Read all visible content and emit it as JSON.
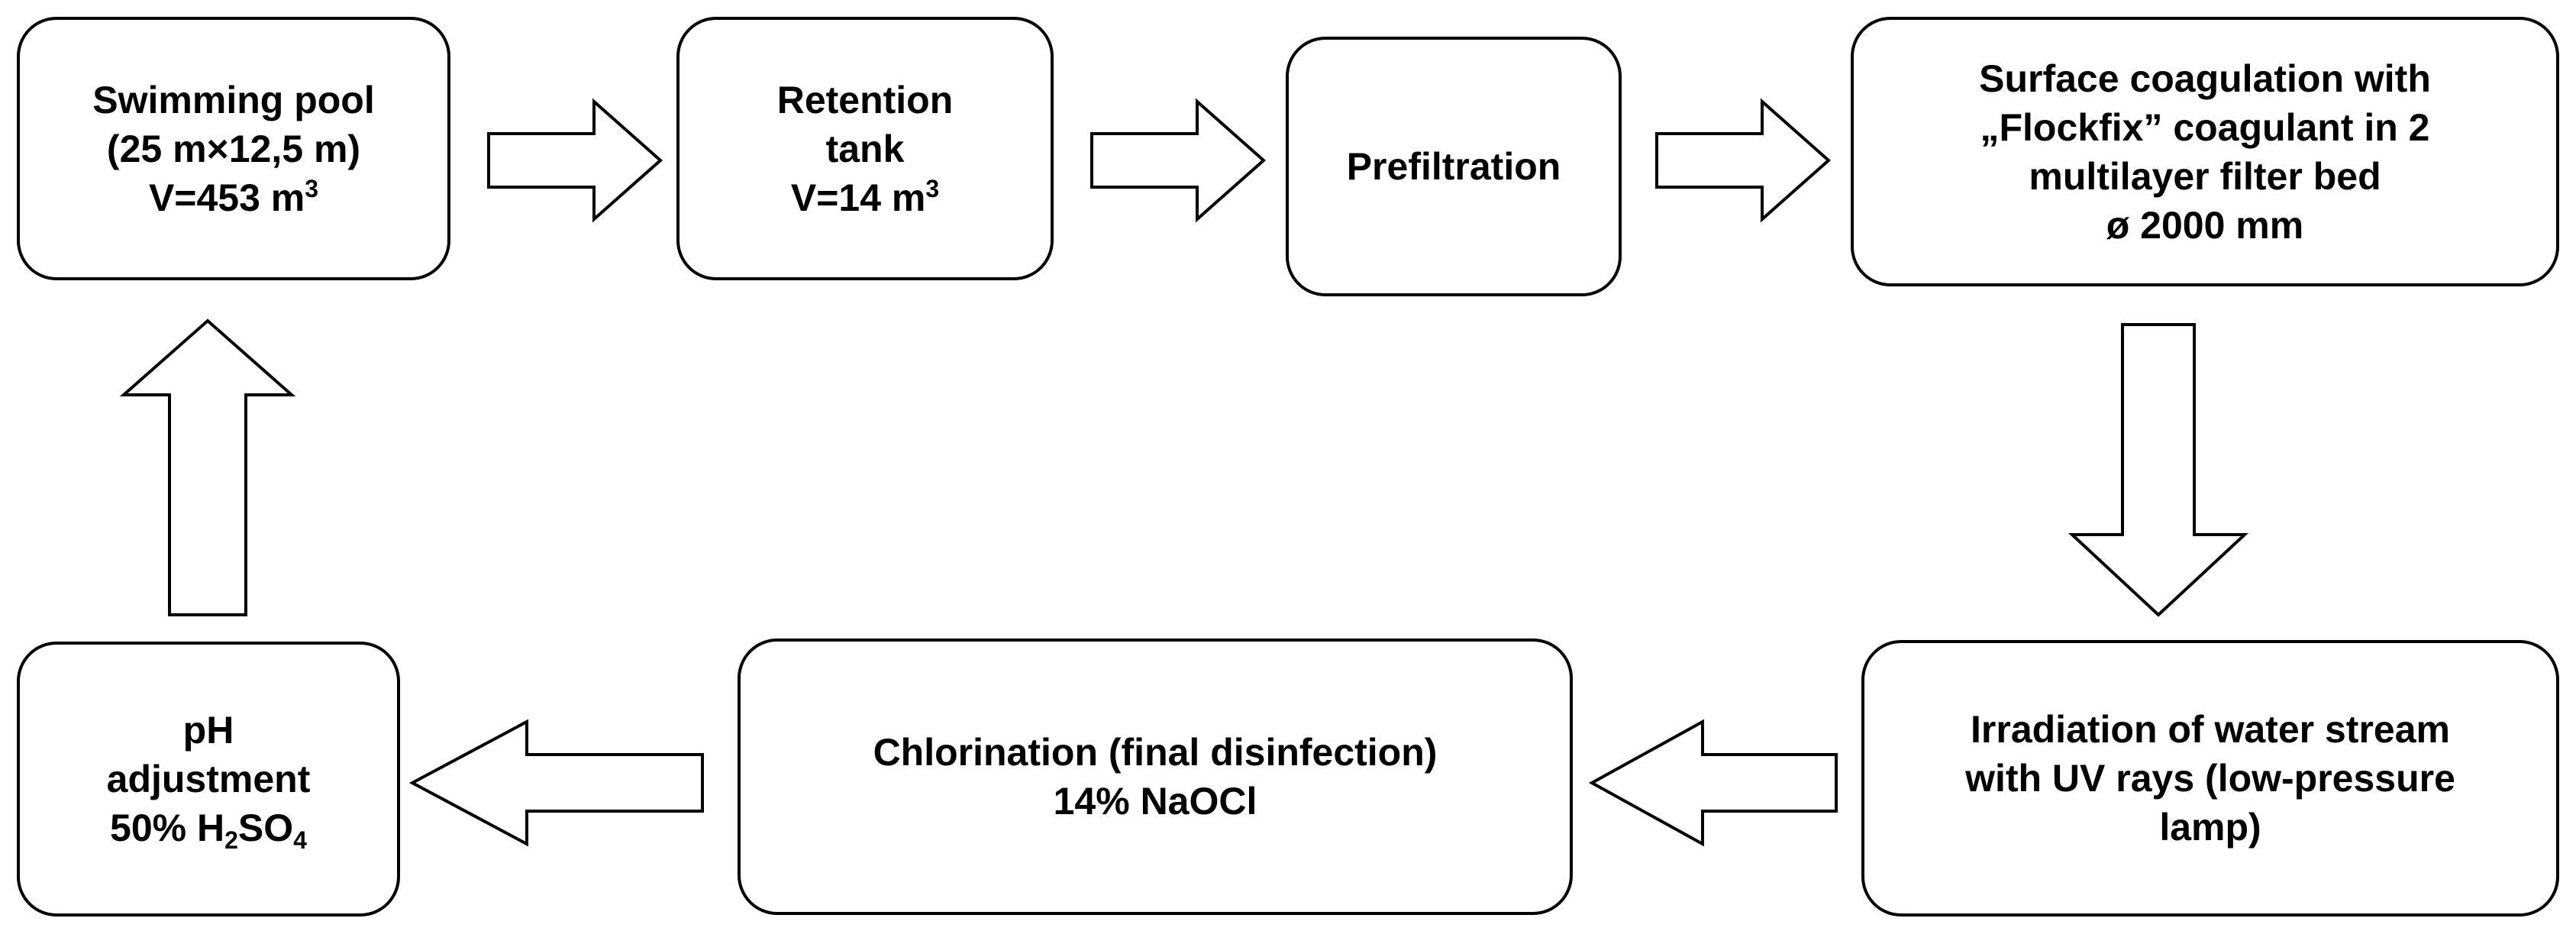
{
  "nodes": {
    "pool": {
      "lines": [
        "Swimming pool",
        "(25 m×12,5 m)"
      ],
      "volume_prefix": "V=453 m",
      "volume_sup": "3"
    },
    "retention": {
      "lines": [
        "Retention",
        "tank"
      ],
      "volume_prefix": "V=14 m",
      "volume_sup": "3"
    },
    "prefiltration": {
      "lines": [
        "Prefiltration"
      ]
    },
    "coagulation": {
      "lines": [
        "Surface coagulation with",
        "„Flockfix” coagulant in 2",
        "multilayer filter bed",
        "ø 2000 mm"
      ]
    },
    "uv": {
      "lines": [
        "Irradiation of water stream",
        "with UV rays (low-pressure",
        "lamp)"
      ]
    },
    "chlorination": {
      "lines": [
        "Chlorination (final disinfection)",
        "14% NaOCl"
      ]
    },
    "ph": {
      "lines": [
        "pH",
        "adjustment"
      ],
      "reagent_prefix": "50% H",
      "reagent_sub1": "2",
      "reagent_mid": "SO",
      "reagent_sub2": "4"
    }
  },
  "flow": [
    [
      "pool",
      "retention"
    ],
    [
      "retention",
      "prefiltration"
    ],
    [
      "prefiltration",
      "coagulation"
    ],
    [
      "coagulation",
      "uv"
    ],
    [
      "uv",
      "chlorination"
    ],
    [
      "chlorination",
      "ph"
    ],
    [
      "ph",
      "pool"
    ]
  ]
}
